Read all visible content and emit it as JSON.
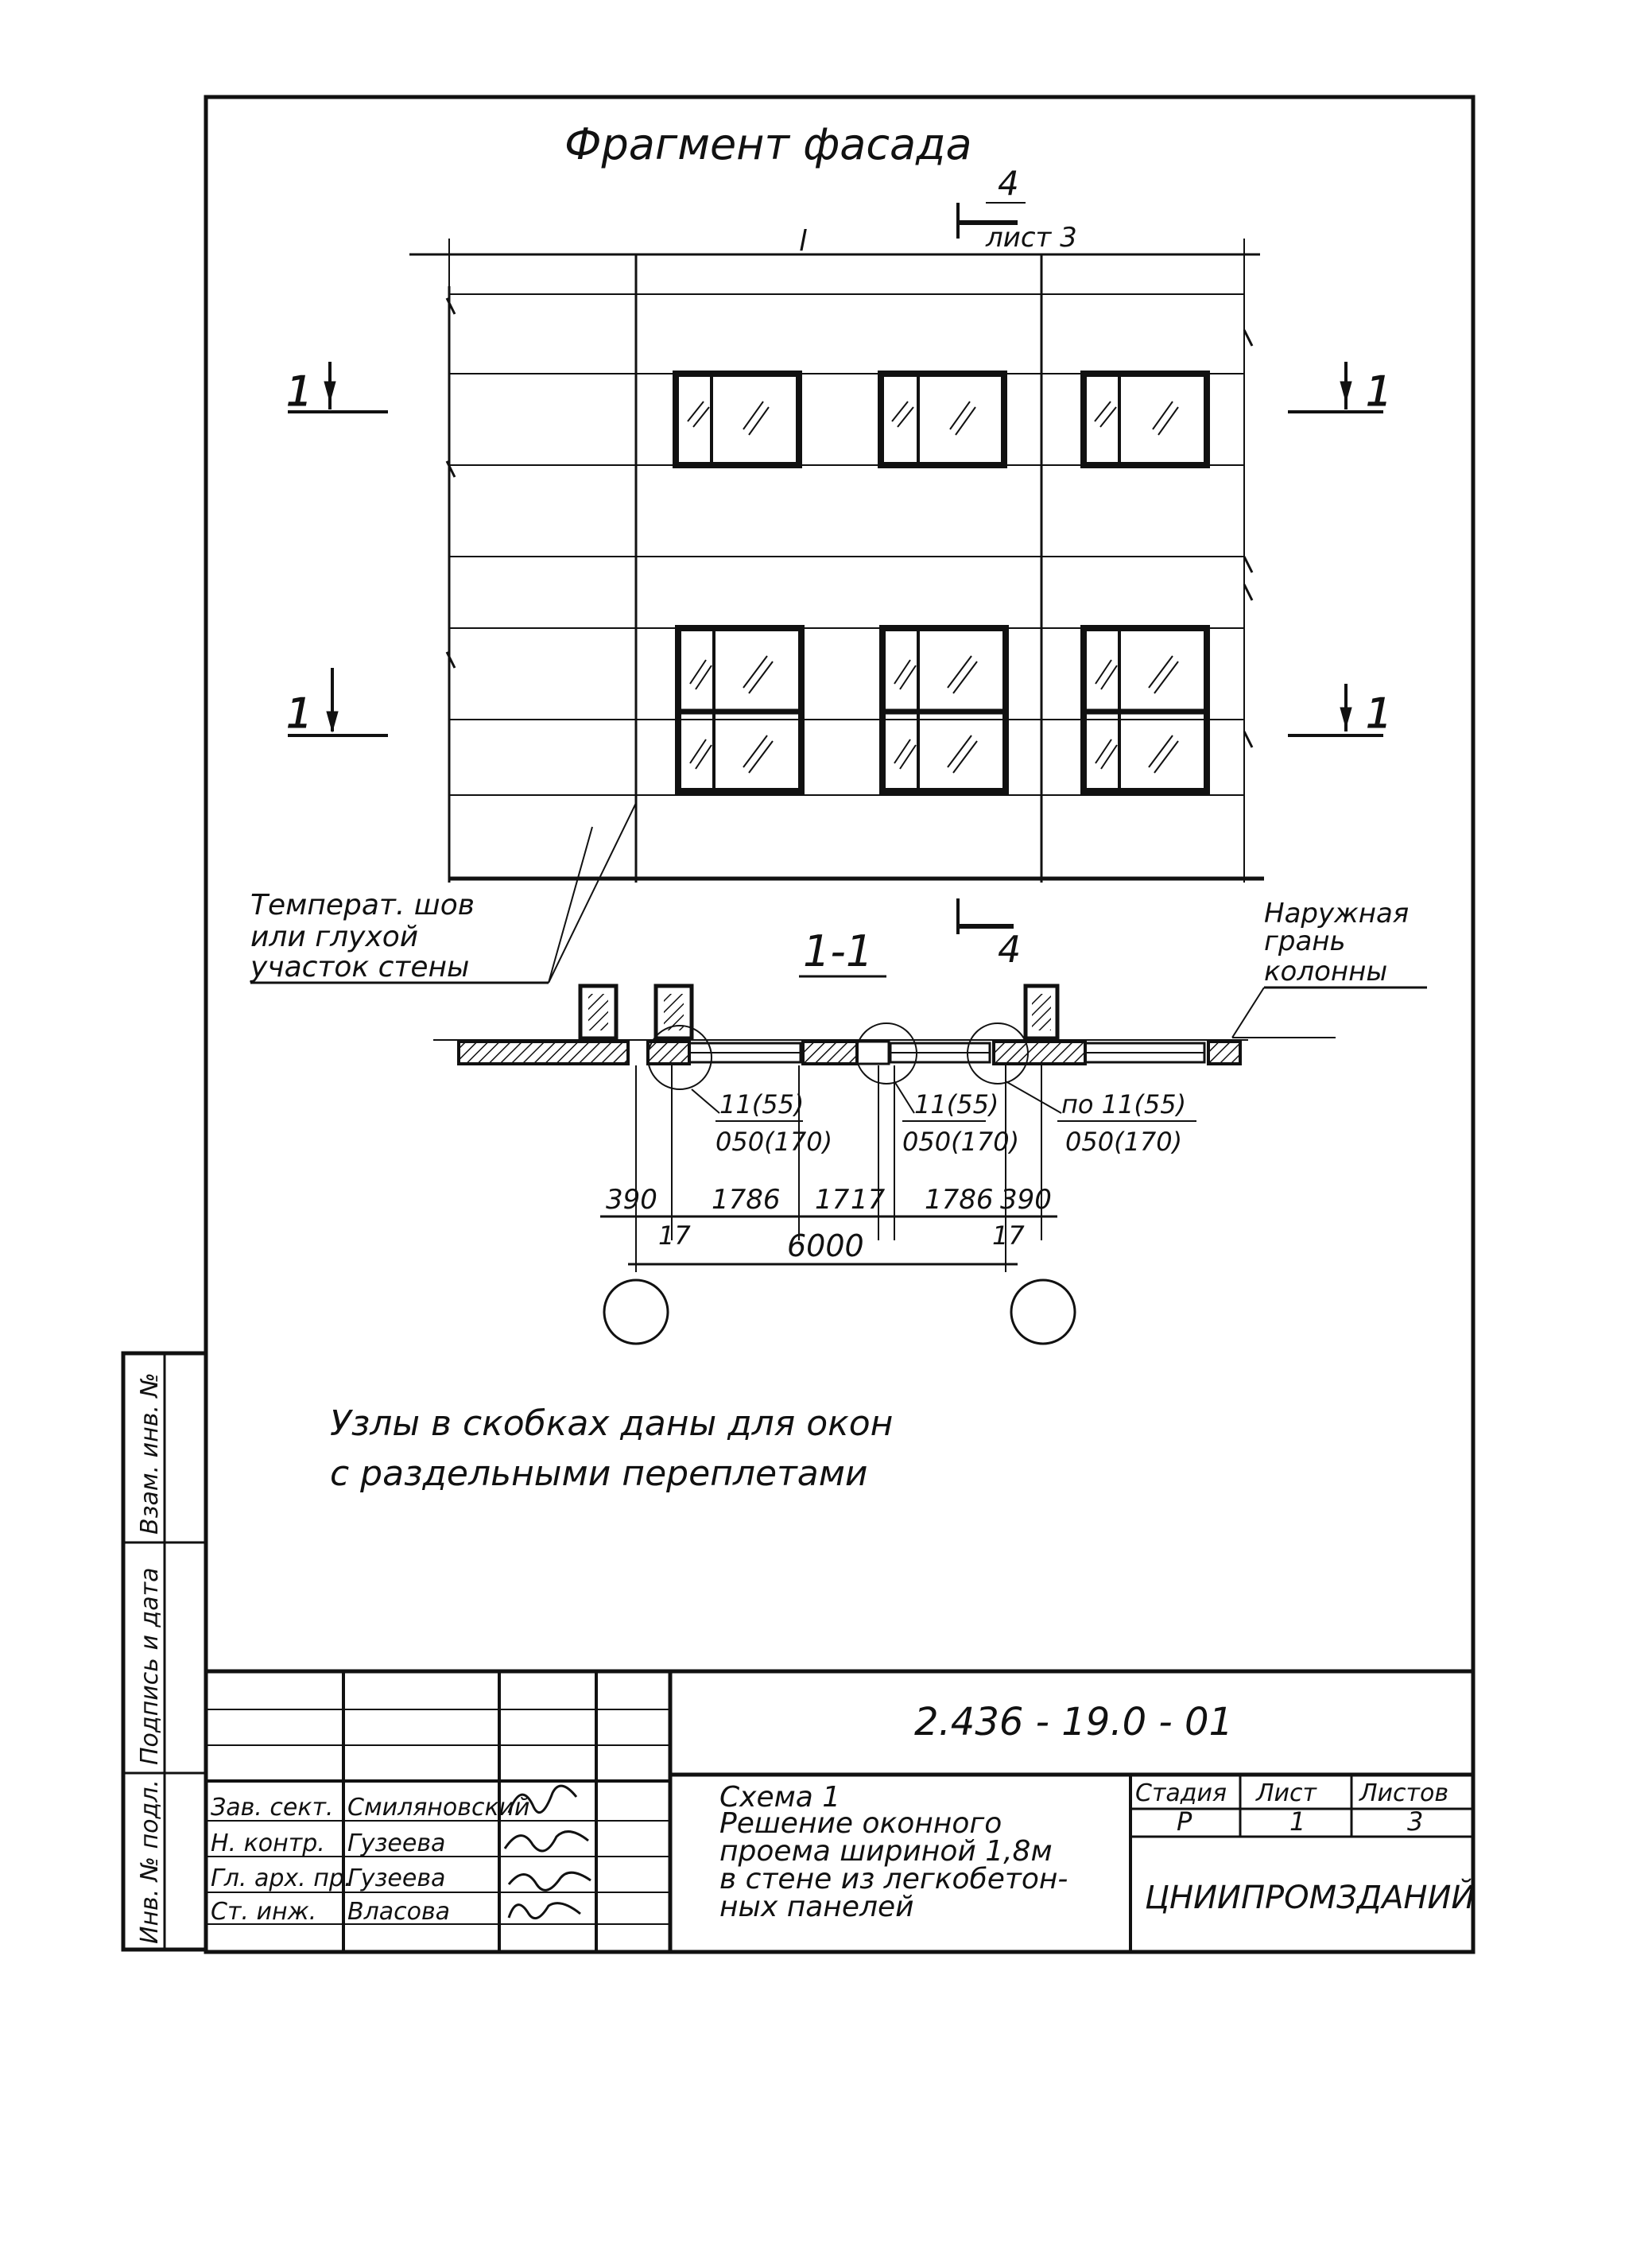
{
  "facade": {
    "title": "Фрагмент фасада",
    "dim_top": "l",
    "section_top_num": "4",
    "section_top_sheet": "лист 3",
    "section_mark": "1",
    "section_bottom_num": "4"
  },
  "notes": {
    "temp_joint": [
      "Температ. шов",
      "или глухой",
      "участок стены"
    ],
    "outer_face": [
      "Наружная",
      "грань",
      "колонны"
    ]
  },
  "section": {
    "title": "1-1",
    "node_a": [
      "11(55)",
      "050(170)"
    ],
    "node_b": [
      "11(55)",
      "050(170)"
    ],
    "node_c": [
      "по 11(55)",
      "050(170)"
    ],
    "dims": {
      "d390": "390",
      "d1786a": "1786",
      "d17a": "17",
      "d17b": "17",
      "d1786b": "1786",
      "d390b": "390",
      "d17c": "17",
      "d17d": "17",
      "d6000": "6000"
    }
  },
  "caption": [
    "Узлы в скобках даны для окон",
    "с раздельными переплетами"
  ],
  "side_stamp": [
    "Инв. № подл.",
    "Подпись и дата",
    "Взам. инв. №"
  ],
  "title_block": {
    "doc_code": "2.436 - 19.0 - 01",
    "description": [
      "Схема 1",
      "Решение оконного",
      "проема шириной 1,8м",
      "в стене из легкобетон-",
      "ных панелей"
    ],
    "header_stage": "Стадия",
    "header_sheet": "Лист",
    "header_sheets": "Листов",
    "stage": "Р",
    "sheet": "1",
    "sheets": "3",
    "org": "ЦНИИПРОМЗДАНИЙ",
    "signers": [
      {
        "role": "Зав. сект.",
        "name": "Смиляновский"
      },
      {
        "role": "Н. контр.",
        "name": "Гузеева"
      },
      {
        "role": "Гл. арх. пр.",
        "name": "Гузеева"
      },
      {
        "role": "Ст. инж.",
        "name": "Власова"
      }
    ]
  }
}
